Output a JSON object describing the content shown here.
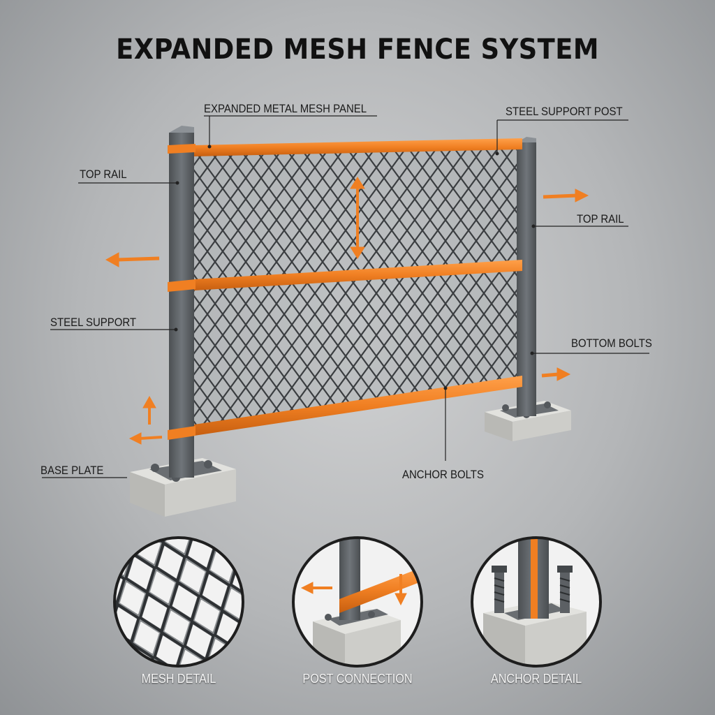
{
  "title": "EXPANDED MESH FENCE SYSTEM",
  "labels": {
    "mesh_panel": "EXPANDED METAL MESH PANEL",
    "steel_support_post": "STEEL SUPPORT POST",
    "top_rail_left": "TOP RAIL",
    "top_rail_right": "TOP RAIL",
    "steel_support": "STEEL SUPPORT",
    "bottom_bolts": "BOTTOM BOLTS",
    "base_plate": "BASE PLATE",
    "anchor_bolts": "ANCHOR BOLTS"
  },
  "details": [
    {
      "caption": "MESH DETAIL",
      "icon": "mesh-detail-icon"
    },
    {
      "caption": "POST CONNECTION",
      "icon": "post-connection-icon"
    },
    {
      "caption": "ANCHOR DETAIL",
      "icon": "anchor-detail-icon"
    }
  ],
  "colors": {
    "accent_orange": "#f07f22",
    "post_steel": "#5f6366",
    "mesh": "#3c3f42",
    "concrete": "#cfcfcb"
  }
}
